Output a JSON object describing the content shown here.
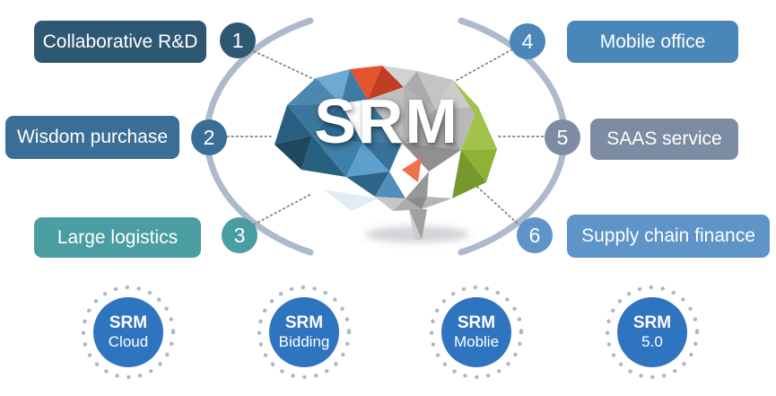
{
  "brain": {
    "label": "SRM"
  },
  "features": [
    {
      "num": "1",
      "label": "Collaborative R&D",
      "color": "#2E5872"
    },
    {
      "num": "2",
      "label": "Wisdom purchase",
      "color": "#3A6E96"
    },
    {
      "num": "3",
      "label": "Large logistics",
      "color": "#4A9DA1"
    },
    {
      "num": "4",
      "label": "Mobile office",
      "color": "#4A87B8"
    },
    {
      "num": "5",
      "label": "SAAS service",
      "color": "#7D8BA3"
    },
    {
      "num": "6",
      "label": "Supply chain finance",
      "color": "#5E94C8"
    }
  ],
  "products": [
    {
      "line1": "SRM",
      "line2": "Cloud"
    },
    {
      "line1": "SRM",
      "line2": "Bidding"
    },
    {
      "line1": "SRM",
      "line2": "Moblie"
    },
    {
      "line1": "SRM",
      "line2": "5.0"
    }
  ],
  "colors": {
    "product_circle": "#2E74BF",
    "orbit_ring": "#A9B6C9",
    "dotted_ring": "#AEB7C9",
    "connector_line": "#7D7D7D",
    "label_text": "#FFFFFF",
    "brain_blue": "#3F7AA0",
    "brain_red": "#E4552F",
    "brain_gray": "#B5B5B5",
    "brain_green": "#8FB236"
  }
}
